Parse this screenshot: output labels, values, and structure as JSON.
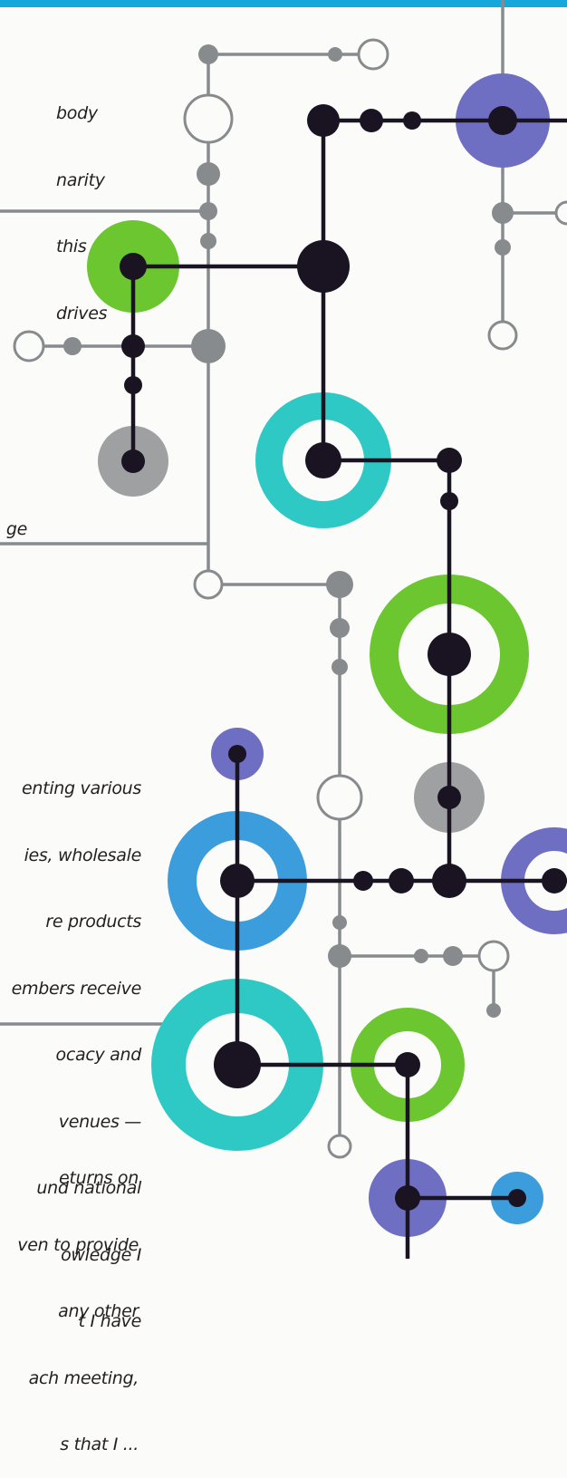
{
  "quotes": [
    {
      "id": "quote-1",
      "lines": [
        "body",
        "narity",
        "this",
        "drives"
      ]
    },
    {
      "id": "quote-2",
      "lines": [
        "ge"
      ]
    },
    {
      "id": "quote-3",
      "lines": [
        "enting various",
        "ies, wholesale",
        "re products",
        "embers receive",
        "ocacy and",
        "venues —",
        "und national",
        "owledge I",
        "t I have"
      ]
    },
    {
      "id": "quote-4",
      "lines": [
        "eturns on",
        "ven to provide",
        "any other",
        "ach meeting,",
        "s that I ..."
      ]
    }
  ],
  "colors": {
    "accent_bar": "#16a7dc",
    "green": "#6cc62f",
    "teal": "#2ec9c4",
    "blue": "#3b9ddb",
    "purple": "#6e6ec3",
    "gray": "#8e9093",
    "dark_node": "#1a1422",
    "connector_gray": "#888b8e"
  },
  "decorative_icon": "network-node-graphic"
}
